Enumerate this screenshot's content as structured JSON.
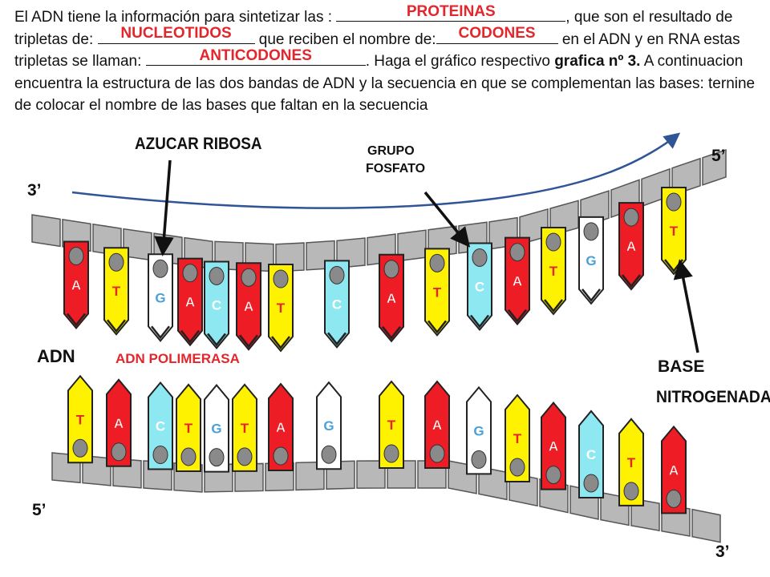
{
  "paragraph": {
    "p1": "El ADN tiene la información para sintetizar las :",
    "p2": ", que son el resultado de tripletas de:",
    "p3": "que reciben el nombre de:",
    "p4": "en el ADN y en RNA estas tripletas se llaman:",
    "p5": ".  Haga el gráfico respectivo",
    "p5b": "grafica nº 3.",
    "p6": "A continuacion encuentra la estructura de las dos bandas de ADN y la secuencia en que se complementan las bases: ternine de colocar el nombre de las bases que faltan en la secuencia"
  },
  "answers": {
    "a1": "PROTEINAS",
    "a2": "NUCLEOTIDOS",
    "a3": "CODONES",
    "a4": "ANTICODONES"
  },
  "labels": {
    "azucar": "AZUCAR RIBOSA",
    "grupo1": "GRUPO",
    "grupo2": "FOSFATO",
    "adn": "ADN",
    "base1": "BASE",
    "base2": "NITROGENADA",
    "polimerasa": "ADN POLIMERASA"
  },
  "ends": {
    "top_left": "3’",
    "top_right": "5’",
    "bottom_left": "5’",
    "bottom_right": "3’"
  },
  "colors": {
    "A": "#ee1c24",
    "T": "#fff200",
    "G": "#ffffff",
    "C": "#8ee8f2",
    "answer": "#e3262c",
    "backbone": "#b8b8b8"
  },
  "top_strand": [
    "A",
    "T",
    "G",
    "A",
    "C",
    "A",
    "T",
    "C",
    "A",
    "T",
    "C",
    "A",
    "T",
    "G",
    "A",
    "T"
  ],
  "bottom_strand": [
    "T",
    "A",
    "C",
    "T",
    "G",
    "T",
    "A",
    "G",
    "T",
    "A",
    "G",
    "T",
    "A",
    "C",
    "T",
    "A"
  ]
}
